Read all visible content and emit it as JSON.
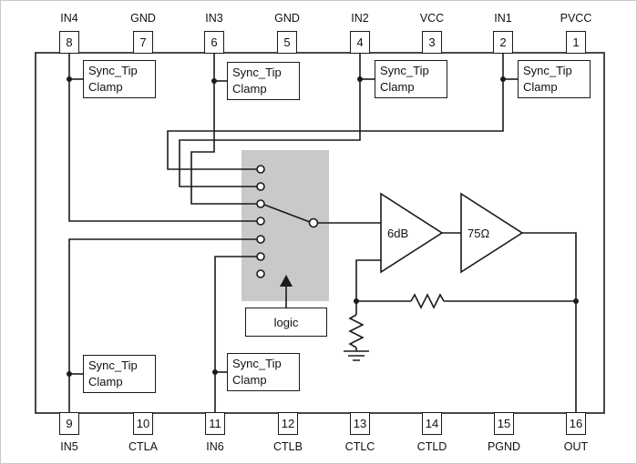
{
  "diagram": {
    "top_pins": [
      {
        "number": "8",
        "label": "IN4"
      },
      {
        "number": "7",
        "label": "GND"
      },
      {
        "number": "6",
        "label": "IN3"
      },
      {
        "number": "5",
        "label": "GND"
      },
      {
        "number": "4",
        "label": "IN2"
      },
      {
        "number": "3",
        "label": "VCC"
      },
      {
        "number": "2",
        "label": "IN1"
      },
      {
        "number": "1",
        "label": "PVCC"
      }
    ],
    "bottom_pins": [
      {
        "number": "9",
        "label": "IN5"
      },
      {
        "number": "10",
        "label": "CTLA"
      },
      {
        "number": "11",
        "label": "IN6"
      },
      {
        "number": "12",
        "label": "CTLB"
      },
      {
        "number": "13",
        "label": "CTLC"
      },
      {
        "number": "14",
        "label": "CTLD"
      },
      {
        "number": "15",
        "label": "PGND"
      },
      {
        "number": "16",
        "label": "OUT"
      }
    ],
    "clamp_line1": "Sync_Tip",
    "clamp_line2": "Clamp",
    "logic_label": "logic",
    "amp_gain_label": "6dB",
    "buffer_label": "75Ω",
    "colors": {
      "line": "#1a1a1a",
      "mux_fill": "#c9c9c9",
      "box_fill": "#ffffff"
    }
  }
}
